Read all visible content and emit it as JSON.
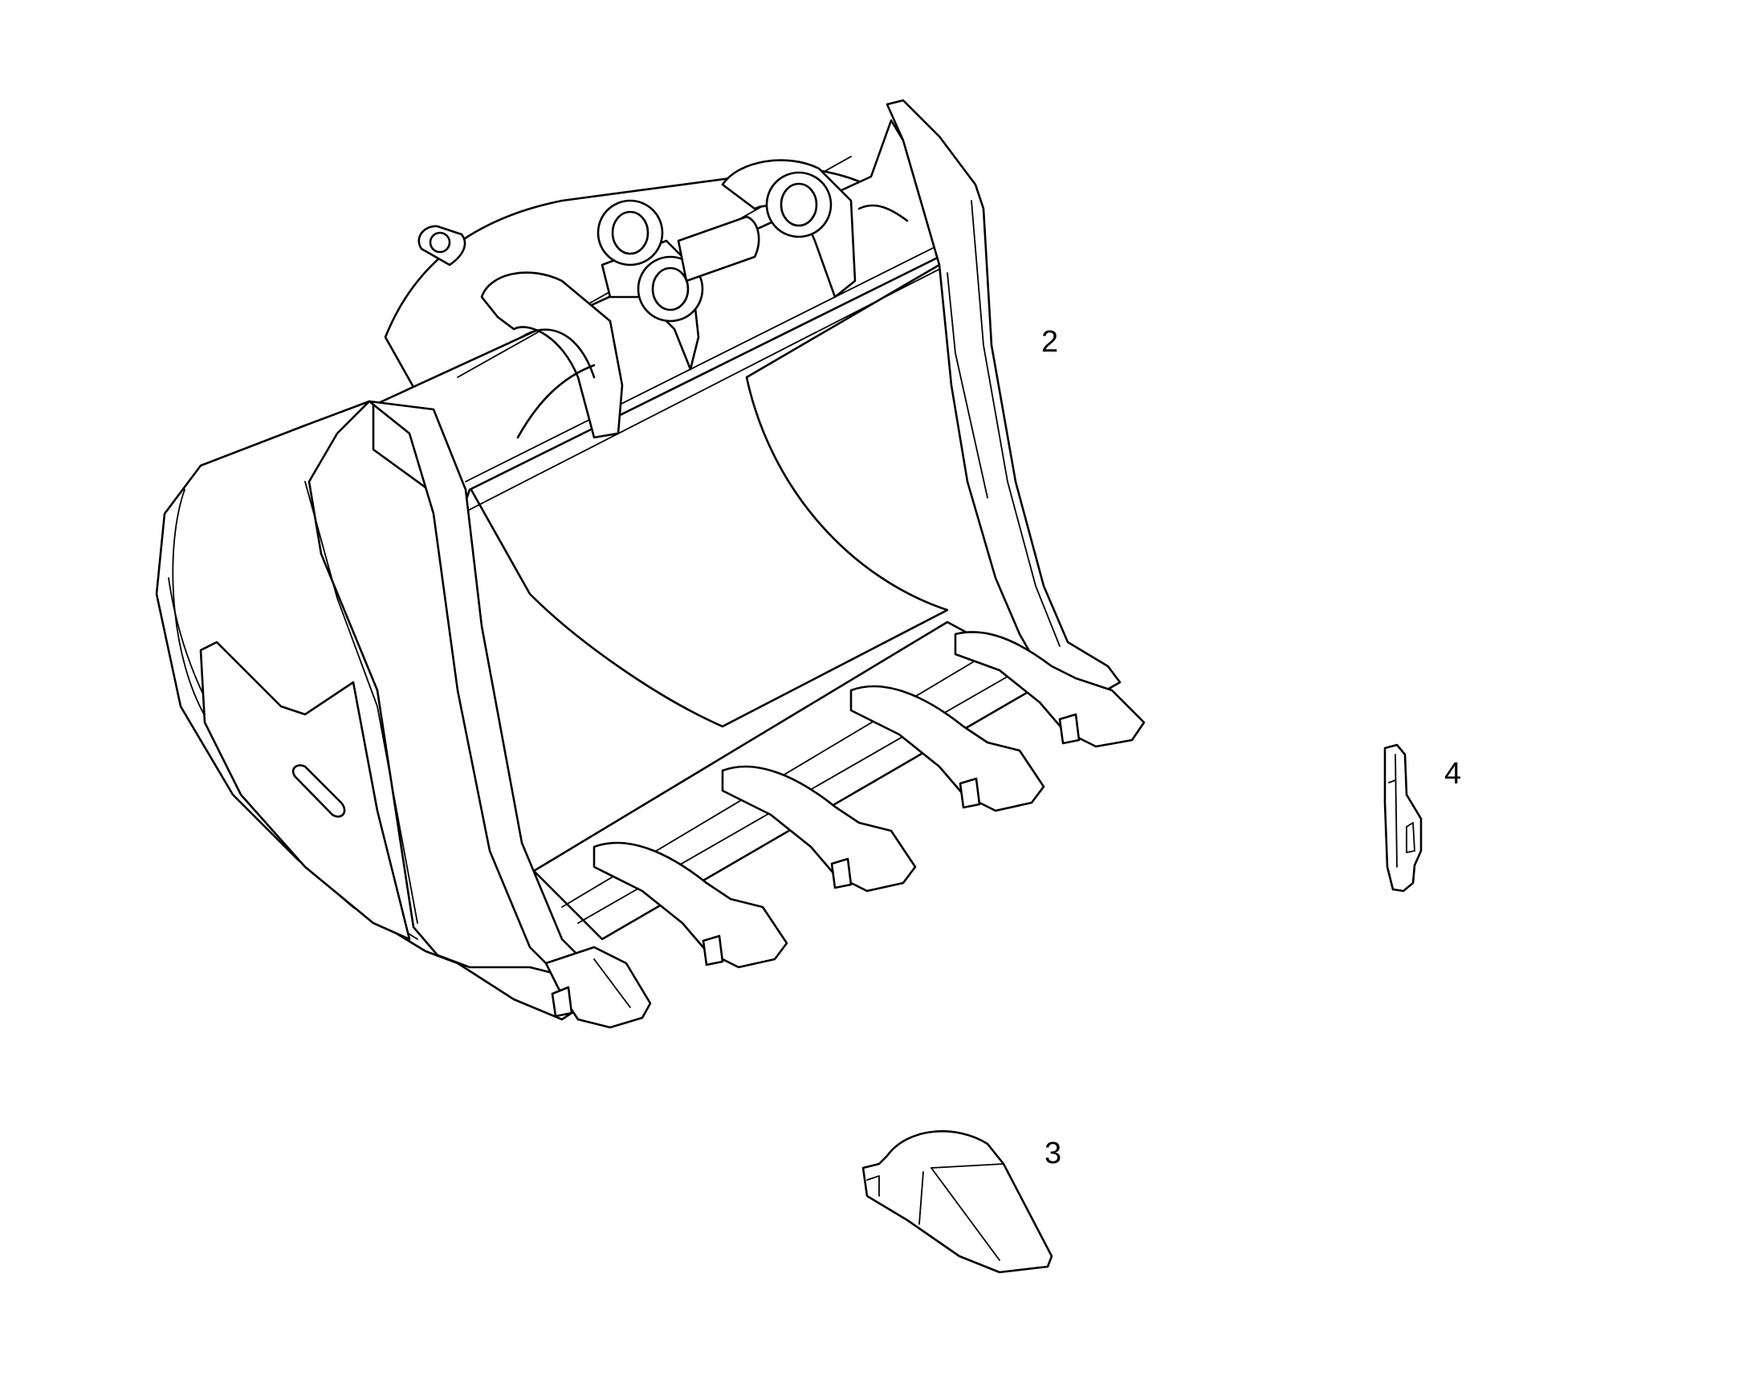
{
  "callouts": {
    "bucket": "2",
    "tooth": "3",
    "pin": "4"
  }
}
